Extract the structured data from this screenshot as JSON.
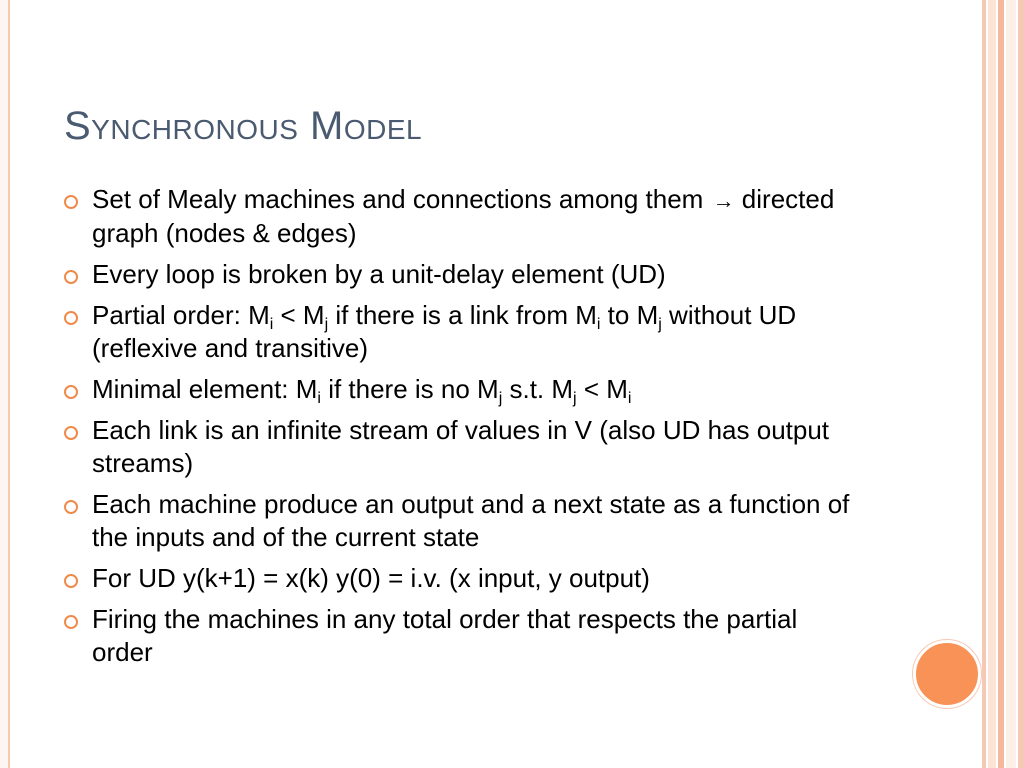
{
  "slide": {
    "title": "Synchronous Model",
    "bullets": [
      {
        "parts": [
          {
            "text": "Set of Mealy machines and connections among them "
          },
          {
            "text": "→",
            "style": "arrow"
          },
          {
            "text": " directed graph (nodes & edges)"
          }
        ]
      },
      {
        "parts": [
          {
            "text": "Every loop is broken by a unit-delay element (UD)"
          }
        ]
      },
      {
        "parts": [
          {
            "text": "Partial order: M"
          },
          {
            "text": "i",
            "style": "sub"
          },
          {
            "text": " < M"
          },
          {
            "text": "j",
            "style": "sub"
          },
          {
            "text": " if there is a link from M"
          },
          {
            "text": "i",
            "style": "sub"
          },
          {
            "text": " to M"
          },
          {
            "text": "j",
            "style": "sub"
          },
          {
            "text": " without UD (reflexive and transitive)"
          }
        ]
      },
      {
        "parts": [
          {
            "text": "Minimal element: M"
          },
          {
            "text": "i",
            "style": "sub"
          },
          {
            "text": " if there is no M"
          },
          {
            "text": "j",
            "style": "sub"
          },
          {
            "text": "  s.t. M"
          },
          {
            "text": "j",
            "style": "sub"
          },
          {
            "text": " < M"
          },
          {
            "text": "i",
            "style": "sub"
          }
        ]
      },
      {
        "parts": [
          {
            "text": "Each link is an infinite stream of values in V (also UD has output streams)"
          }
        ]
      },
      {
        "parts": [
          {
            "text": "Each machine produce an output and a next state as a function of the inputs and of the current state"
          }
        ]
      },
      {
        "parts": [
          {
            "text": "For UD y(k+1) = x(k) y(0) = i.v. (x input, y output)"
          }
        ]
      },
      {
        "parts": [
          {
            "text": "Firing the machines in any total order that respects the partial order"
          }
        ]
      }
    ]
  },
  "theme": {
    "accent": "#f08a4b",
    "title_color": "#4a5a70",
    "stripe_colors": [
      "#f6c9b4",
      "#fbe3d6",
      "#f4b89c",
      "#fdf0e8",
      "#f6c9b4"
    ],
    "circle_color": "#f89257"
  },
  "icons": {
    "bullet": "ring-bullet-icon",
    "decoration": "orange-circle-decoration"
  }
}
